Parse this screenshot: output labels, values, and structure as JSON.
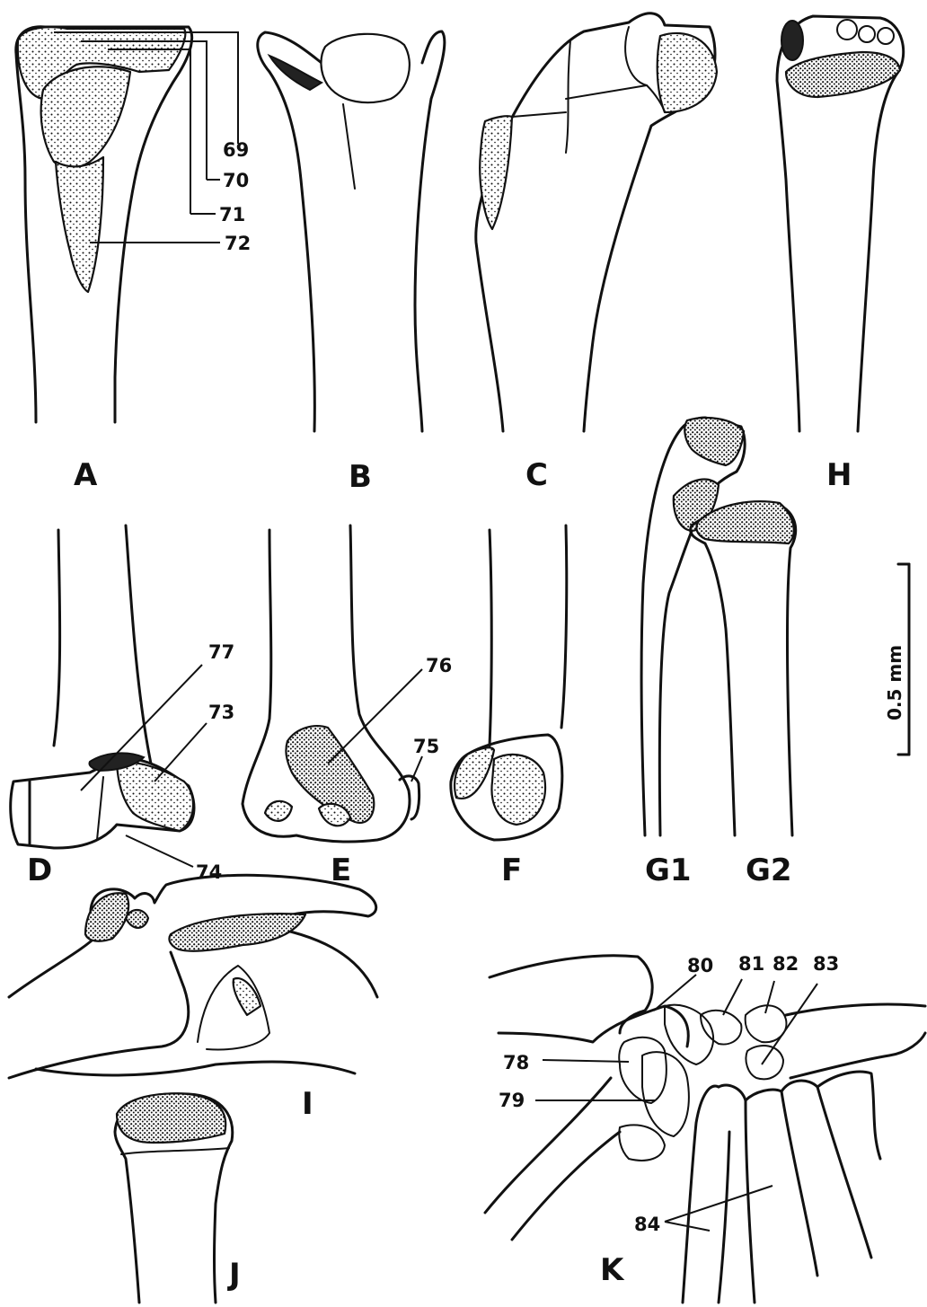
{
  "panels": {
    "A": "A",
    "B": "B",
    "C": "C",
    "D": "D",
    "E": "E",
    "F": "F",
    "G1": "G1",
    "G2": "G2",
    "H": "H",
    "I": "I",
    "J": "J",
    "K": "K"
  },
  "labels": {
    "l69": "69",
    "l70": "70",
    "l71": "71",
    "l72": "72",
    "l73": "73",
    "l74": "74",
    "l75": "75",
    "l76": "76",
    "l77": "77",
    "l78": "78",
    "l79": "79",
    "l80": "80",
    "l81": "81",
    "l82": "82",
    "l83": "83",
    "l84": "84"
  },
  "scale_bar": {
    "label": "0.5 mm"
  }
}
